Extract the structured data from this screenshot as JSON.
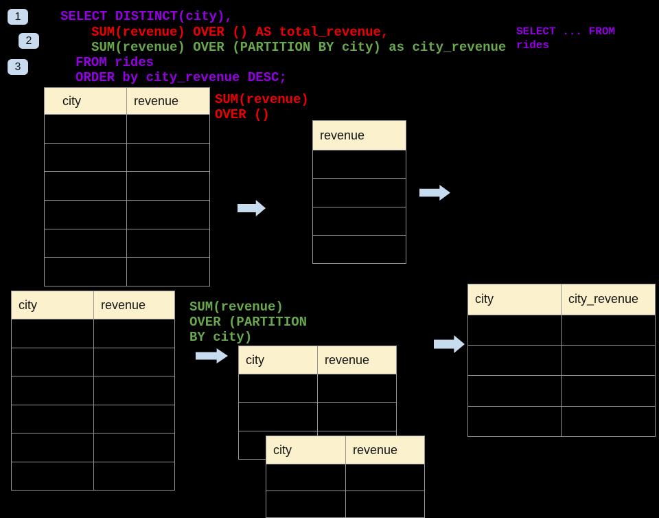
{
  "badges": [
    "1",
    "2",
    "3"
  ],
  "sql_code": {
    "line1": "SELECT DISTINCT(city),",
    "line2": "SUM(revenue) OVER () AS total_revenue,",
    "line3": "SUM(revenue) OVER (PARTITION BY city) as city_revenue",
    "line4": "FROM rides",
    "line5": "ORDER by city_revenue DESC;"
  },
  "corner_note": {
    "line1": "SELECT ... FROM",
    "line2": "rides"
  },
  "annotations": {
    "total_revenue_label": {
      "line1": "SUM(revenue)",
      "line2": "OVER ()"
    },
    "partition_label": {
      "line1": "SUM(revenue)",
      "line2": "OVER (PARTITION",
      "line3": "BY city)"
    }
  },
  "tables": {
    "source_top": {
      "headers": [
        "city",
        "revenue"
      ],
      "empty_rows": 6
    },
    "total_step": {
      "headers": [
        "revenue"
      ],
      "empty_rows": 4
    },
    "source_bottom": {
      "headers": [
        "city",
        "revenue"
      ],
      "empty_rows": 6
    },
    "partition_step": {
      "headers": [
        "city",
        "revenue"
      ],
      "empty_rows": 3
    },
    "partition_overlay": {
      "headers": [
        "city",
        "revenue"
      ],
      "empty_rows": 2
    },
    "result": {
      "headers": [
        "city",
        "city_revenue"
      ],
      "empty_rows": 4
    }
  },
  "colors": {
    "background": "#000000",
    "keyword_purple": "#9400E3",
    "total_red": "#EE0000",
    "partition_green": "#6AA84F",
    "table_header_fill": "#FBF1CC",
    "table_border": "#969696",
    "arrow_blue": "#C8DCF0",
    "badge_blue": "#C9DCEF"
  }
}
